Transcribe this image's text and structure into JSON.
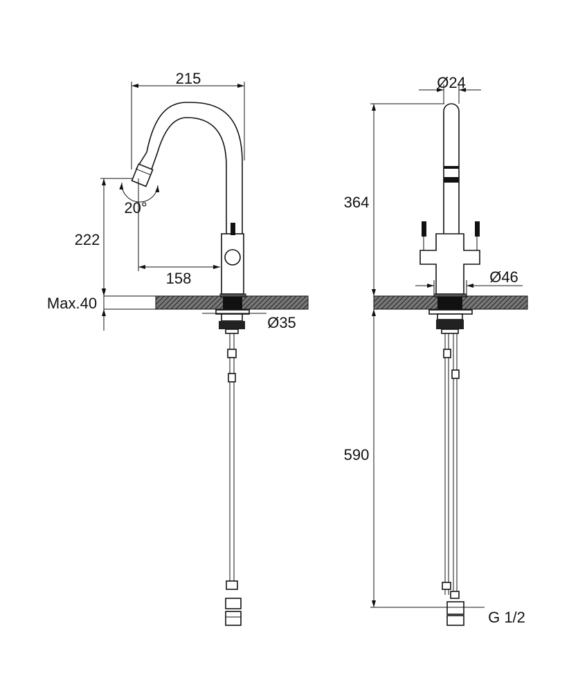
{
  "drawing": {
    "side_view": {
      "spout_reach_width": "215",
      "spout_height": "222",
      "swivel_angle": "20°",
      "spout_offset": "158",
      "max_counter_thickness": "Max.40",
      "mounting_hole": "Ø35"
    },
    "front_view": {
      "spout_diameter": "Ø24",
      "height_above_counter": "364",
      "base_diameter": "Ø46",
      "hose_length": "590",
      "connection_thread": "G 1/2"
    },
    "colors": {
      "line": "#111111",
      "hatch": "#333333"
    }
  }
}
